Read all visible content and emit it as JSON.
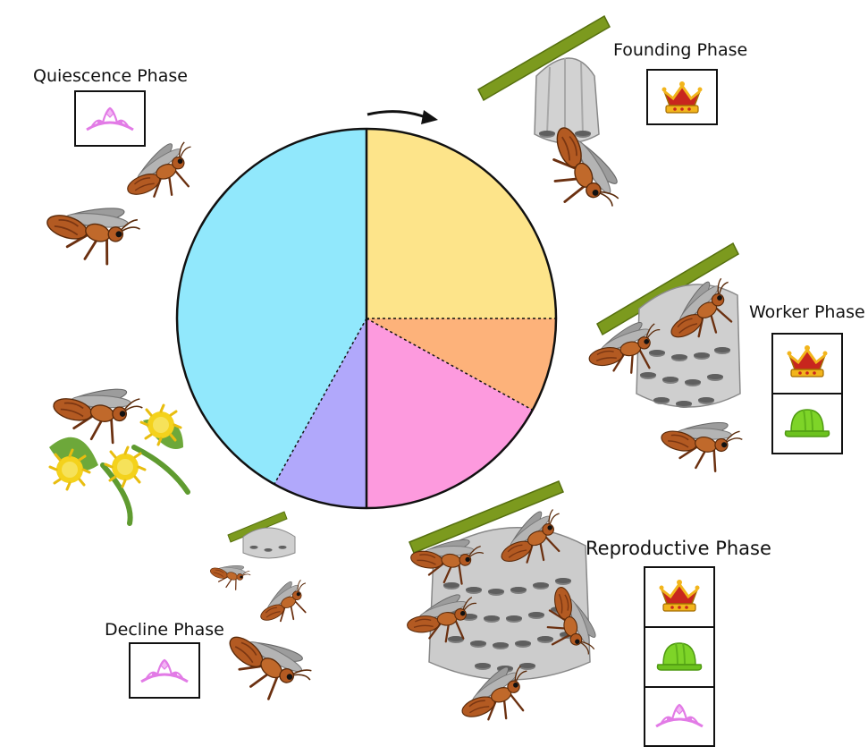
{
  "diagram": {
    "phases": {
      "founding": {
        "label": "Founding Phase",
        "castes": [
          "queen-crown"
        ]
      },
      "worker": {
        "label": "Worker Phase",
        "castes": [
          "queen-crown",
          "worker-hardhat"
        ]
      },
      "reproductive": {
        "label": "Reproductive Phase",
        "castes": [
          "queen-crown",
          "worker-hardhat",
          "gyne-tiara"
        ]
      },
      "decline": {
        "label": "Decline Phase",
        "castes": [
          "gyne-tiara"
        ]
      },
      "quiescence": {
        "label": "Quiescence Phase",
        "castes": [
          "gyne-tiara"
        ]
      }
    },
    "cycle_segments": [
      {
        "phase": "founding",
        "color": "#fde48a"
      },
      {
        "phase": "worker",
        "color": "#fdb27a"
      },
      {
        "phase": "reproductive",
        "color": "#fd9ade"
      },
      {
        "phase": "decline",
        "color": "#b1a8fb"
      },
      {
        "phase": "quiescence",
        "color": "#91e8fc"
      }
    ],
    "direction_arrow": "clockwise-arrow",
    "colors": {
      "crown_gold": "#f2b51c",
      "crown_red": "#c8261e",
      "hardhat_green": "#7ed428",
      "tiara_pink": "#e27be6",
      "wasp_body": "#b35a22",
      "nest_gray": "#c9c9c9",
      "branch_green": "#7c9a1e"
    }
  }
}
